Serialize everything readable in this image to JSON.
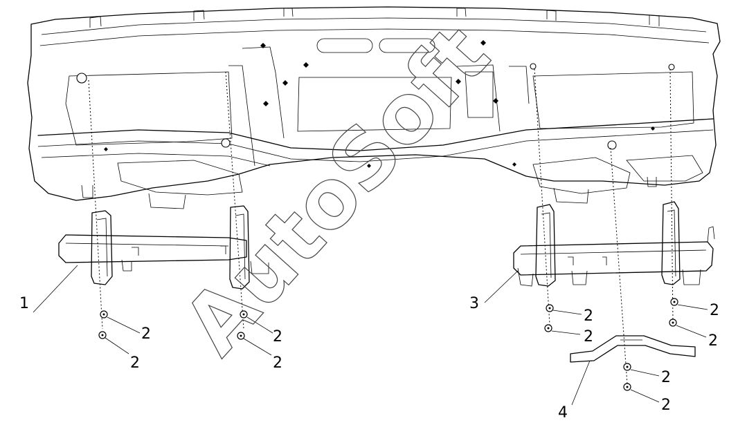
{
  "watermark": {
    "text": "AutoSoft"
  },
  "callouts": {
    "c1": "1",
    "c2a": "2",
    "c2b": "2",
    "c2c": "2",
    "c2d": "2",
    "c2e": "2",
    "c2f": "2",
    "c2g": "2",
    "c2h": "2",
    "c2i": "2",
    "c2j": "2",
    "c3": "3",
    "c4": "4"
  }
}
